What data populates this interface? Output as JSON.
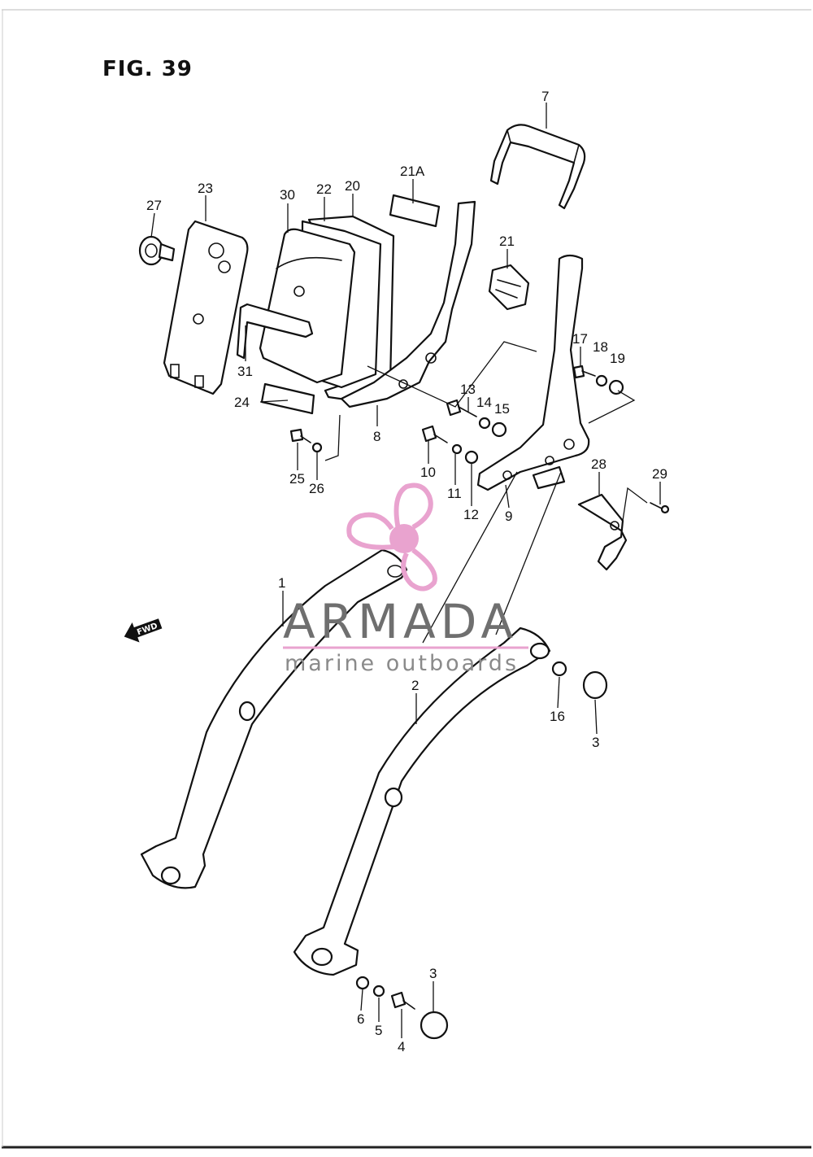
{
  "figure": {
    "title": "FIG. 39"
  },
  "callouts": [
    {
      "id": "c7",
      "label": "7"
    },
    {
      "id": "c21A",
      "label": "21A"
    },
    {
      "id": "c23",
      "label": "23"
    },
    {
      "id": "c30",
      "label": "30"
    },
    {
      "id": "c22",
      "label": "22"
    },
    {
      "id": "c20",
      "label": "20"
    },
    {
      "id": "c27",
      "label": "27"
    },
    {
      "id": "c21",
      "label": "21"
    },
    {
      "id": "c17",
      "label": "17"
    },
    {
      "id": "c18",
      "label": "18"
    },
    {
      "id": "c19",
      "label": "19"
    },
    {
      "id": "c31",
      "label": "31"
    },
    {
      "id": "c13",
      "label": "13"
    },
    {
      "id": "c14",
      "label": "14"
    },
    {
      "id": "c15",
      "label": "15"
    },
    {
      "id": "c24",
      "label": "24"
    },
    {
      "id": "c8",
      "label": "8"
    },
    {
      "id": "c10",
      "label": "10"
    },
    {
      "id": "c25",
      "label": "25"
    },
    {
      "id": "c26",
      "label": "26"
    },
    {
      "id": "c11",
      "label": "11"
    },
    {
      "id": "c12",
      "label": "12"
    },
    {
      "id": "c9",
      "label": "9"
    },
    {
      "id": "c28",
      "label": "28"
    },
    {
      "id": "c29",
      "label": "29"
    },
    {
      "id": "c1",
      "label": "1"
    },
    {
      "id": "c2",
      "label": "2"
    },
    {
      "id": "c16",
      "label": "16"
    },
    {
      "id": "c3a",
      "label": "3"
    },
    {
      "id": "c3b",
      "label": "3"
    },
    {
      "id": "c6",
      "label": "6"
    },
    {
      "id": "c5",
      "label": "5"
    },
    {
      "id": "c4",
      "label": "4"
    }
  ],
  "fwd_arrow": {
    "label": "FWD"
  },
  "watermark": {
    "brand": "ARMADA",
    "tagline": "marine outboards",
    "accent_color": "#e9a3cf"
  }
}
